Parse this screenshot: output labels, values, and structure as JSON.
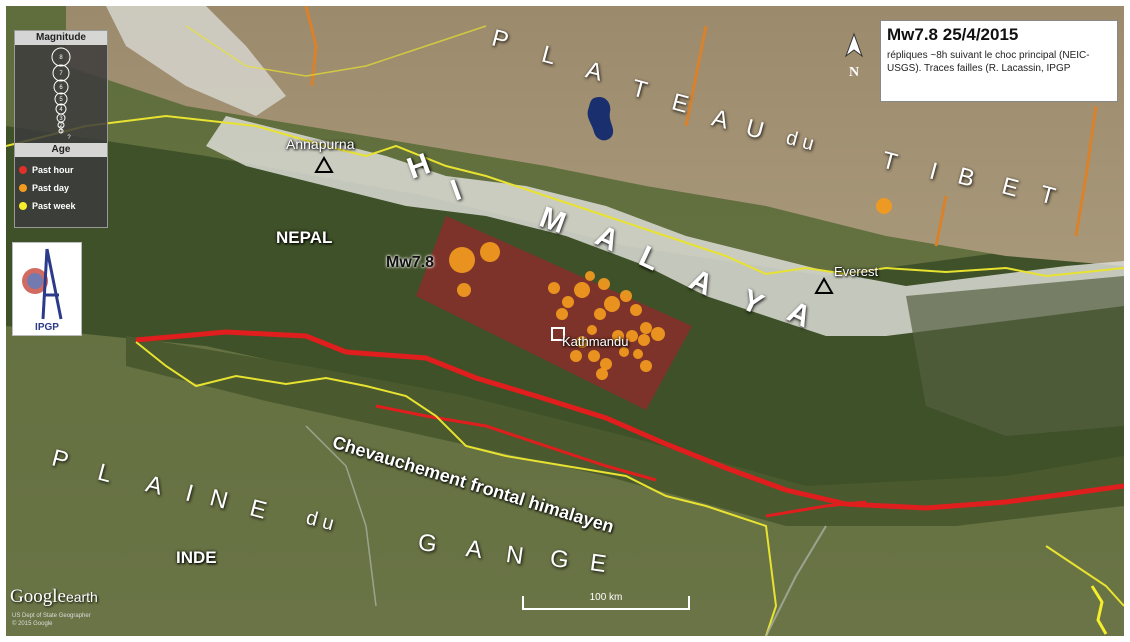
{
  "info_box": {
    "title": "Mw7.8  25/4/2015",
    "description": "répliques ~8h suivant le choc principal (NEIC-USGS). Traces failles (R. Lacassin, IPGP"
  },
  "legend": {
    "magnitude_header": "Magnitude",
    "magnitudes": [
      "8",
      "7",
      "6",
      "5",
      "4",
      "3",
      "2",
      "1",
      "?"
    ],
    "age_header": "Age",
    "items": [
      {
        "label": "Past hour",
        "color": "#e0302a"
      },
      {
        "label": "Past day",
        "color": "#f39a1e"
      },
      {
        "label": "Past week",
        "color": "#f5ee2a"
      }
    ]
  },
  "logo": {
    "name": "IPGP"
  },
  "labels": {
    "annapurna": "Annapurna",
    "everest": "Everest",
    "nepal": "NEPAL",
    "mw": "Mw7.8",
    "kathmandu": "Kathmandu",
    "inde": "INDE",
    "fault": "Chevauchement frontal himalayen",
    "himalaya_letters": [
      "H",
      "I",
      "M",
      "A",
      "L",
      "A",
      "Y",
      "A"
    ],
    "plateau_letters": [
      "P",
      "L",
      "A",
      "T",
      "E",
      "A",
      "U"
    ],
    "du_tibet_du": "d u",
    "tibet_letters": [
      "T",
      "I",
      "B",
      "E",
      "T"
    ],
    "plaine_letters": [
      "P",
      "L",
      "A",
      "I",
      "N",
      "E"
    ],
    "plaine_du": "d u",
    "gange_letters": [
      "G",
      "A",
      "N",
      "G",
      "E"
    ]
  },
  "scale": {
    "label": "100 km"
  },
  "google_earth": {
    "brand": "Google",
    "suffix": "earth",
    "copyright_line1": "US Dept of State Geographer",
    "copyright_line2": "© 2015 Google"
  },
  "compass": {
    "letter": "N"
  },
  "colors": {
    "rupture_zone": "#8e2a2a",
    "aftershock": "#f39a1e",
    "fault_trace": "#e01e1e",
    "border": "#e8e230"
  },
  "aftershocks": {
    "age": "Past day",
    "count": 28
  }
}
